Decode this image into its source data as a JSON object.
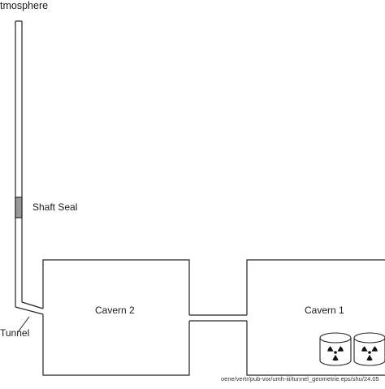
{
  "labels": {
    "atmosphere": "tmosphere",
    "shaft_seal": "Shaft Seal",
    "tunnel": "Tunnel",
    "cavern2": "Cavern 2",
    "cavern1": "Cavern 1",
    "footer": "oene/vertr/pub-vor/umh-iii/tunnel_geometrie.eps/shu/24.05"
  },
  "colors": {
    "line": "#222222",
    "seal_fill": "#9a9a9a",
    "background": "#ffffff"
  },
  "icons": {
    "waste_container": "radioactive-drum-icon",
    "waste_symbol": "trefoil-icon"
  }
}
